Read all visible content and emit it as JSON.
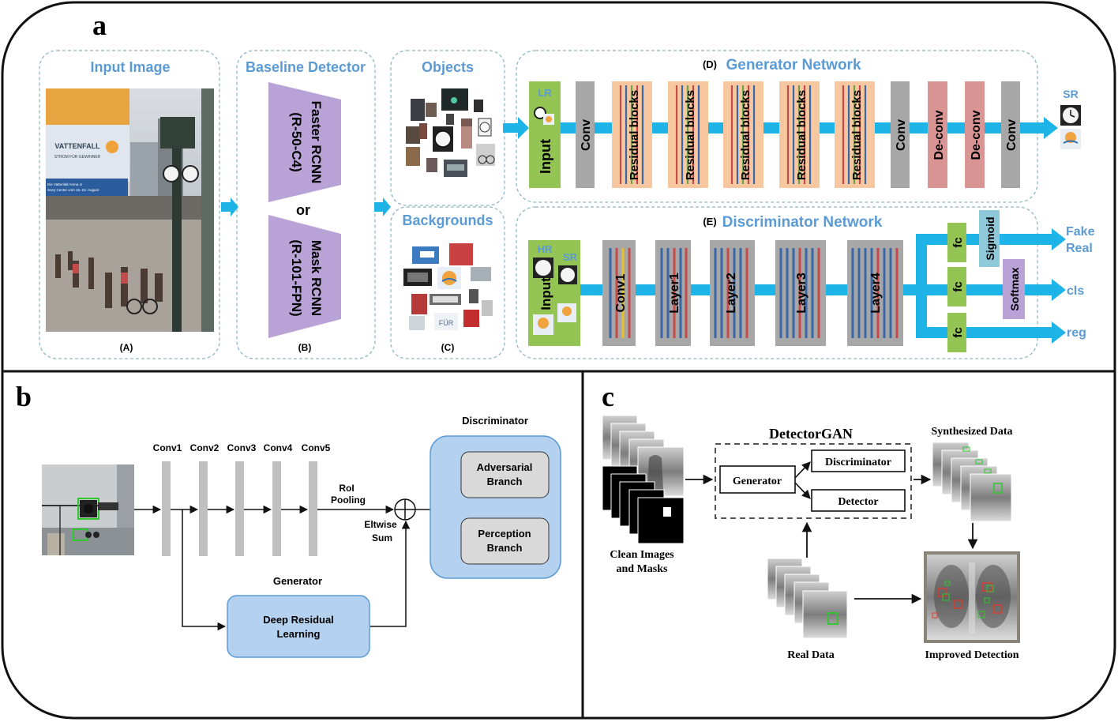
{
  "panel_letters": {
    "a": "a",
    "b": "b",
    "c": "c"
  },
  "panel_a": {
    "input_title": "Input Image",
    "input_caption": "(A)",
    "scene_text": {
      "brand": "VATTENFALL",
      "slogan": "STROM FÜR GEWINNER",
      "ad_line1": "Die Vattenfall Arena in",
      "ad_line2": "Sony Center vom 15.-23. August"
    },
    "detector_title": "Baseline Detector",
    "detector_1": {
      "line1": "Faster RCNN",
      "line2": "(R-50-C4)"
    },
    "detector_or": "or",
    "detector_2": {
      "line1": "Mask RCNN",
      "line2": "(R-101-FPN)"
    },
    "detector_caption": "(B)",
    "objects_title": "Objects",
    "backgrounds_title": "Backgrounds",
    "bg_patch_text": "FÜR",
    "objects_caption": "(C)",
    "generator": {
      "tag": "(D)",
      "title": "Generator Network",
      "lr_label": "LR",
      "input_label": "Input",
      "blocks": [
        "Conv",
        "Residual blocks",
        "Residual blocks",
        "Residual blocks",
        "Residual blocks",
        "Residual blocks",
        "Conv",
        "De-conv",
        "De-conv",
        "Conv"
      ],
      "sr_label": "SR"
    },
    "discriminator": {
      "tag": "(E)",
      "title": "Discriminator Network",
      "hr_label": "HR",
      "sr_label": "SR",
      "input_label": "Input",
      "layers": [
        "Conv1",
        "Layer1",
        "Layer2",
        "Layer3",
        "Layer4"
      ],
      "fc": [
        "fc",
        "fc",
        "fc"
      ],
      "sigmoid": "Sigmoid",
      "softmax": "Softmax",
      "outputs": {
        "fake": "Fake",
        "real": "Real",
        "cls": "cls",
        "reg": "reg"
      }
    }
  },
  "panel_b": {
    "conv_labels": [
      "Conv1",
      "Conv2",
      "Conv3",
      "Conv4",
      "Conv5"
    ],
    "roi_line1": "RoI",
    "roi_line2": "Pooling",
    "eltwise_line1": "Eltwise",
    "eltwise_line2": "Sum",
    "generator_title": "Generator",
    "generator_box_line1": "Deep Residual",
    "generator_box_line2": "Learning",
    "discriminator_title": "Discriminator",
    "adversarial_line1": "Adversarial",
    "adversarial_line2": "Branch",
    "perception_line1": "Perception",
    "perception_line2": "Branch"
  },
  "panel_c": {
    "title": "DetectorGAN",
    "generator": "Generator",
    "discriminator": "Discriminator",
    "detector": "Detector",
    "clean_line1": "Clean Images",
    "clean_line2": "and Masks",
    "synth": "Synthesized Data",
    "real": "Real Data",
    "improved": "Improved Detection"
  },
  "colors": {
    "accent_blue": "#5b9bd5",
    "arrow_cyan": "#1fb4e8",
    "purple": "#b9a3d6",
    "green": "#93c454",
    "orange": "#f7c8a0",
    "grey": "#a7a7a7",
    "deconv_red": "#d99594",
    "light_blue": "#bdd7ee",
    "panel_blue": "#b4d2ef"
  }
}
